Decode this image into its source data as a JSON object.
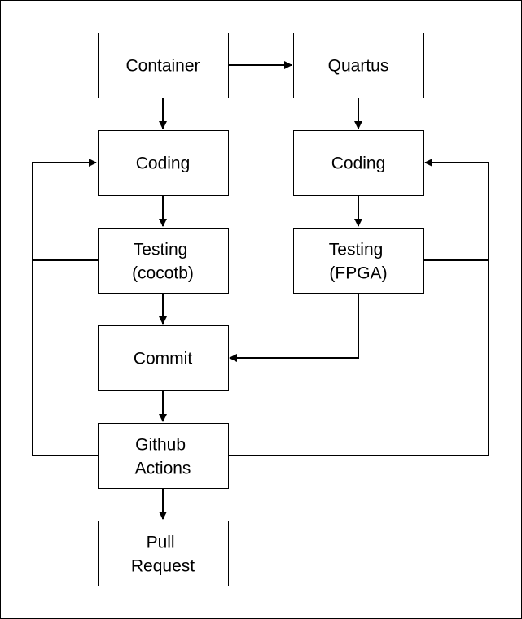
{
  "nodes": {
    "container": {
      "lines": [
        "Container"
      ]
    },
    "quartus": {
      "lines": [
        "Quartus"
      ]
    },
    "coding_left": {
      "lines": [
        "Coding"
      ]
    },
    "coding_right": {
      "lines": [
        "Coding"
      ]
    },
    "testing_cocotb": {
      "lines": [
        "Testing",
        "(cocotb)"
      ]
    },
    "testing_fpga": {
      "lines": [
        "Testing",
        "(FPGA)"
      ]
    },
    "commit": {
      "lines": [
        "Commit"
      ]
    },
    "github_actions": {
      "lines": [
        "Github",
        "Actions"
      ]
    },
    "pull_request": {
      "lines": [
        "Pull",
        "Request"
      ]
    }
  }
}
